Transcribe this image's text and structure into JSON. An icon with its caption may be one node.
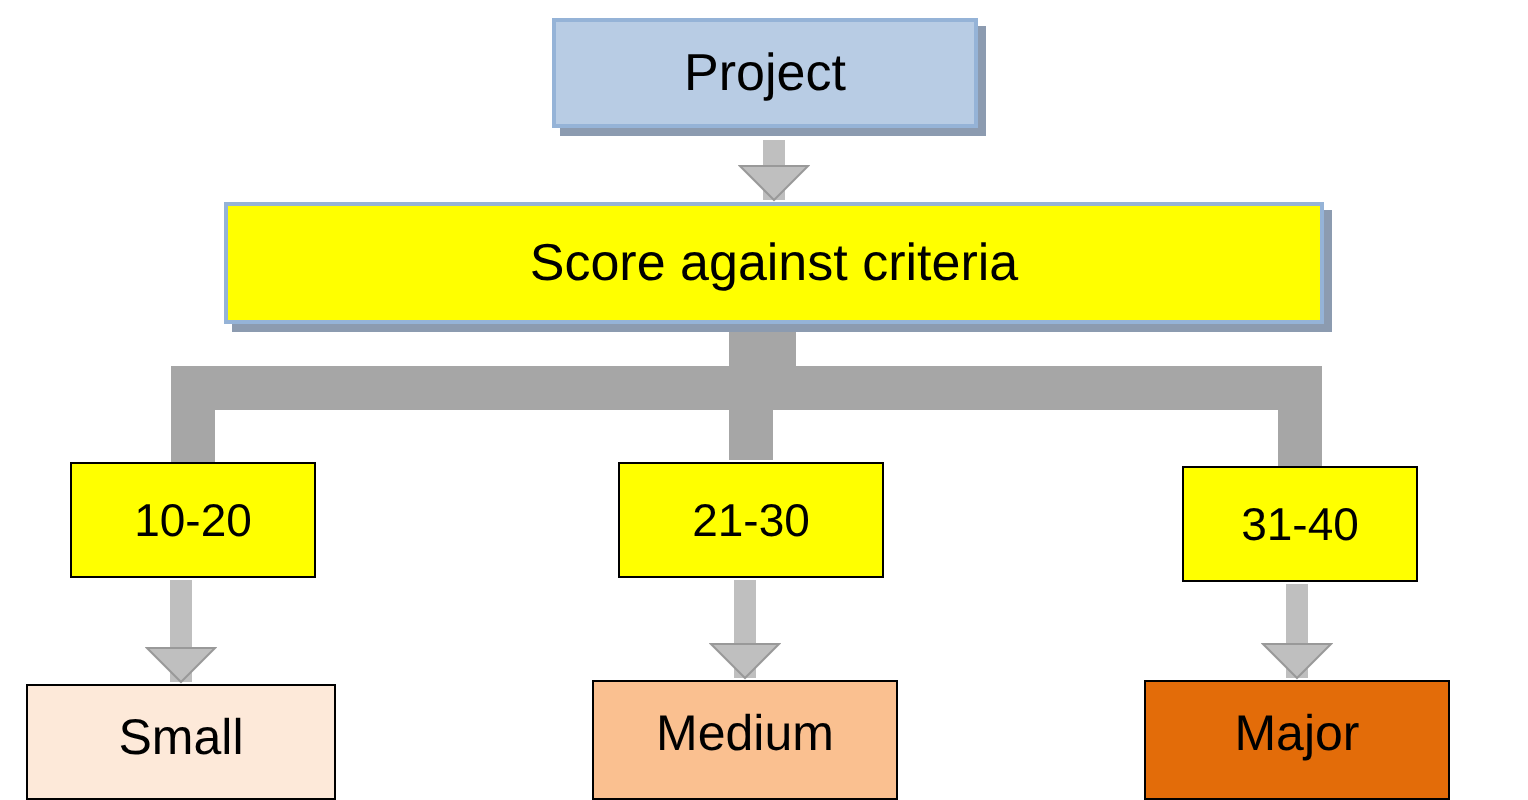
{
  "diagram": {
    "nodes": [
      {
        "text": [
          "Project"
        ]
      },
      {
        "text": [
          "Score against criteria"
        ]
      },
      {
        "text": [
          "10-20"
        ]
      },
      {
        "text": [
          "21-30"
        ]
      },
      {
        "text": [
          "31-40"
        ]
      },
      {
        "text": [
          "Small"
        ]
      },
      {
        "text": [
          "Medium"
        ]
      },
      {
        "text": [
          "Major"
        ]
      }
    ],
    "edges": [
      {
        "from": 0,
        "to": 1,
        "arrow": "to"
      },
      {
        "from": 1,
        "to": 2,
        "arrow": "none",
        "style": "thick",
        "color": "#a6a6a6"
      },
      {
        "from": 1,
        "to": 3,
        "arrow": "none",
        "style": "thick",
        "color": "#a6a6a6"
      },
      {
        "from": 1,
        "to": 4,
        "arrow": "none",
        "style": "thick",
        "color": "#a6a6a6"
      },
      {
        "from": 2,
        "to": 5,
        "arrow": "to"
      },
      {
        "from": 3,
        "to": 6,
        "arrow": "to"
      },
      {
        "from": 4,
        "to": 7,
        "arrow": "to"
      }
    ]
  }
}
